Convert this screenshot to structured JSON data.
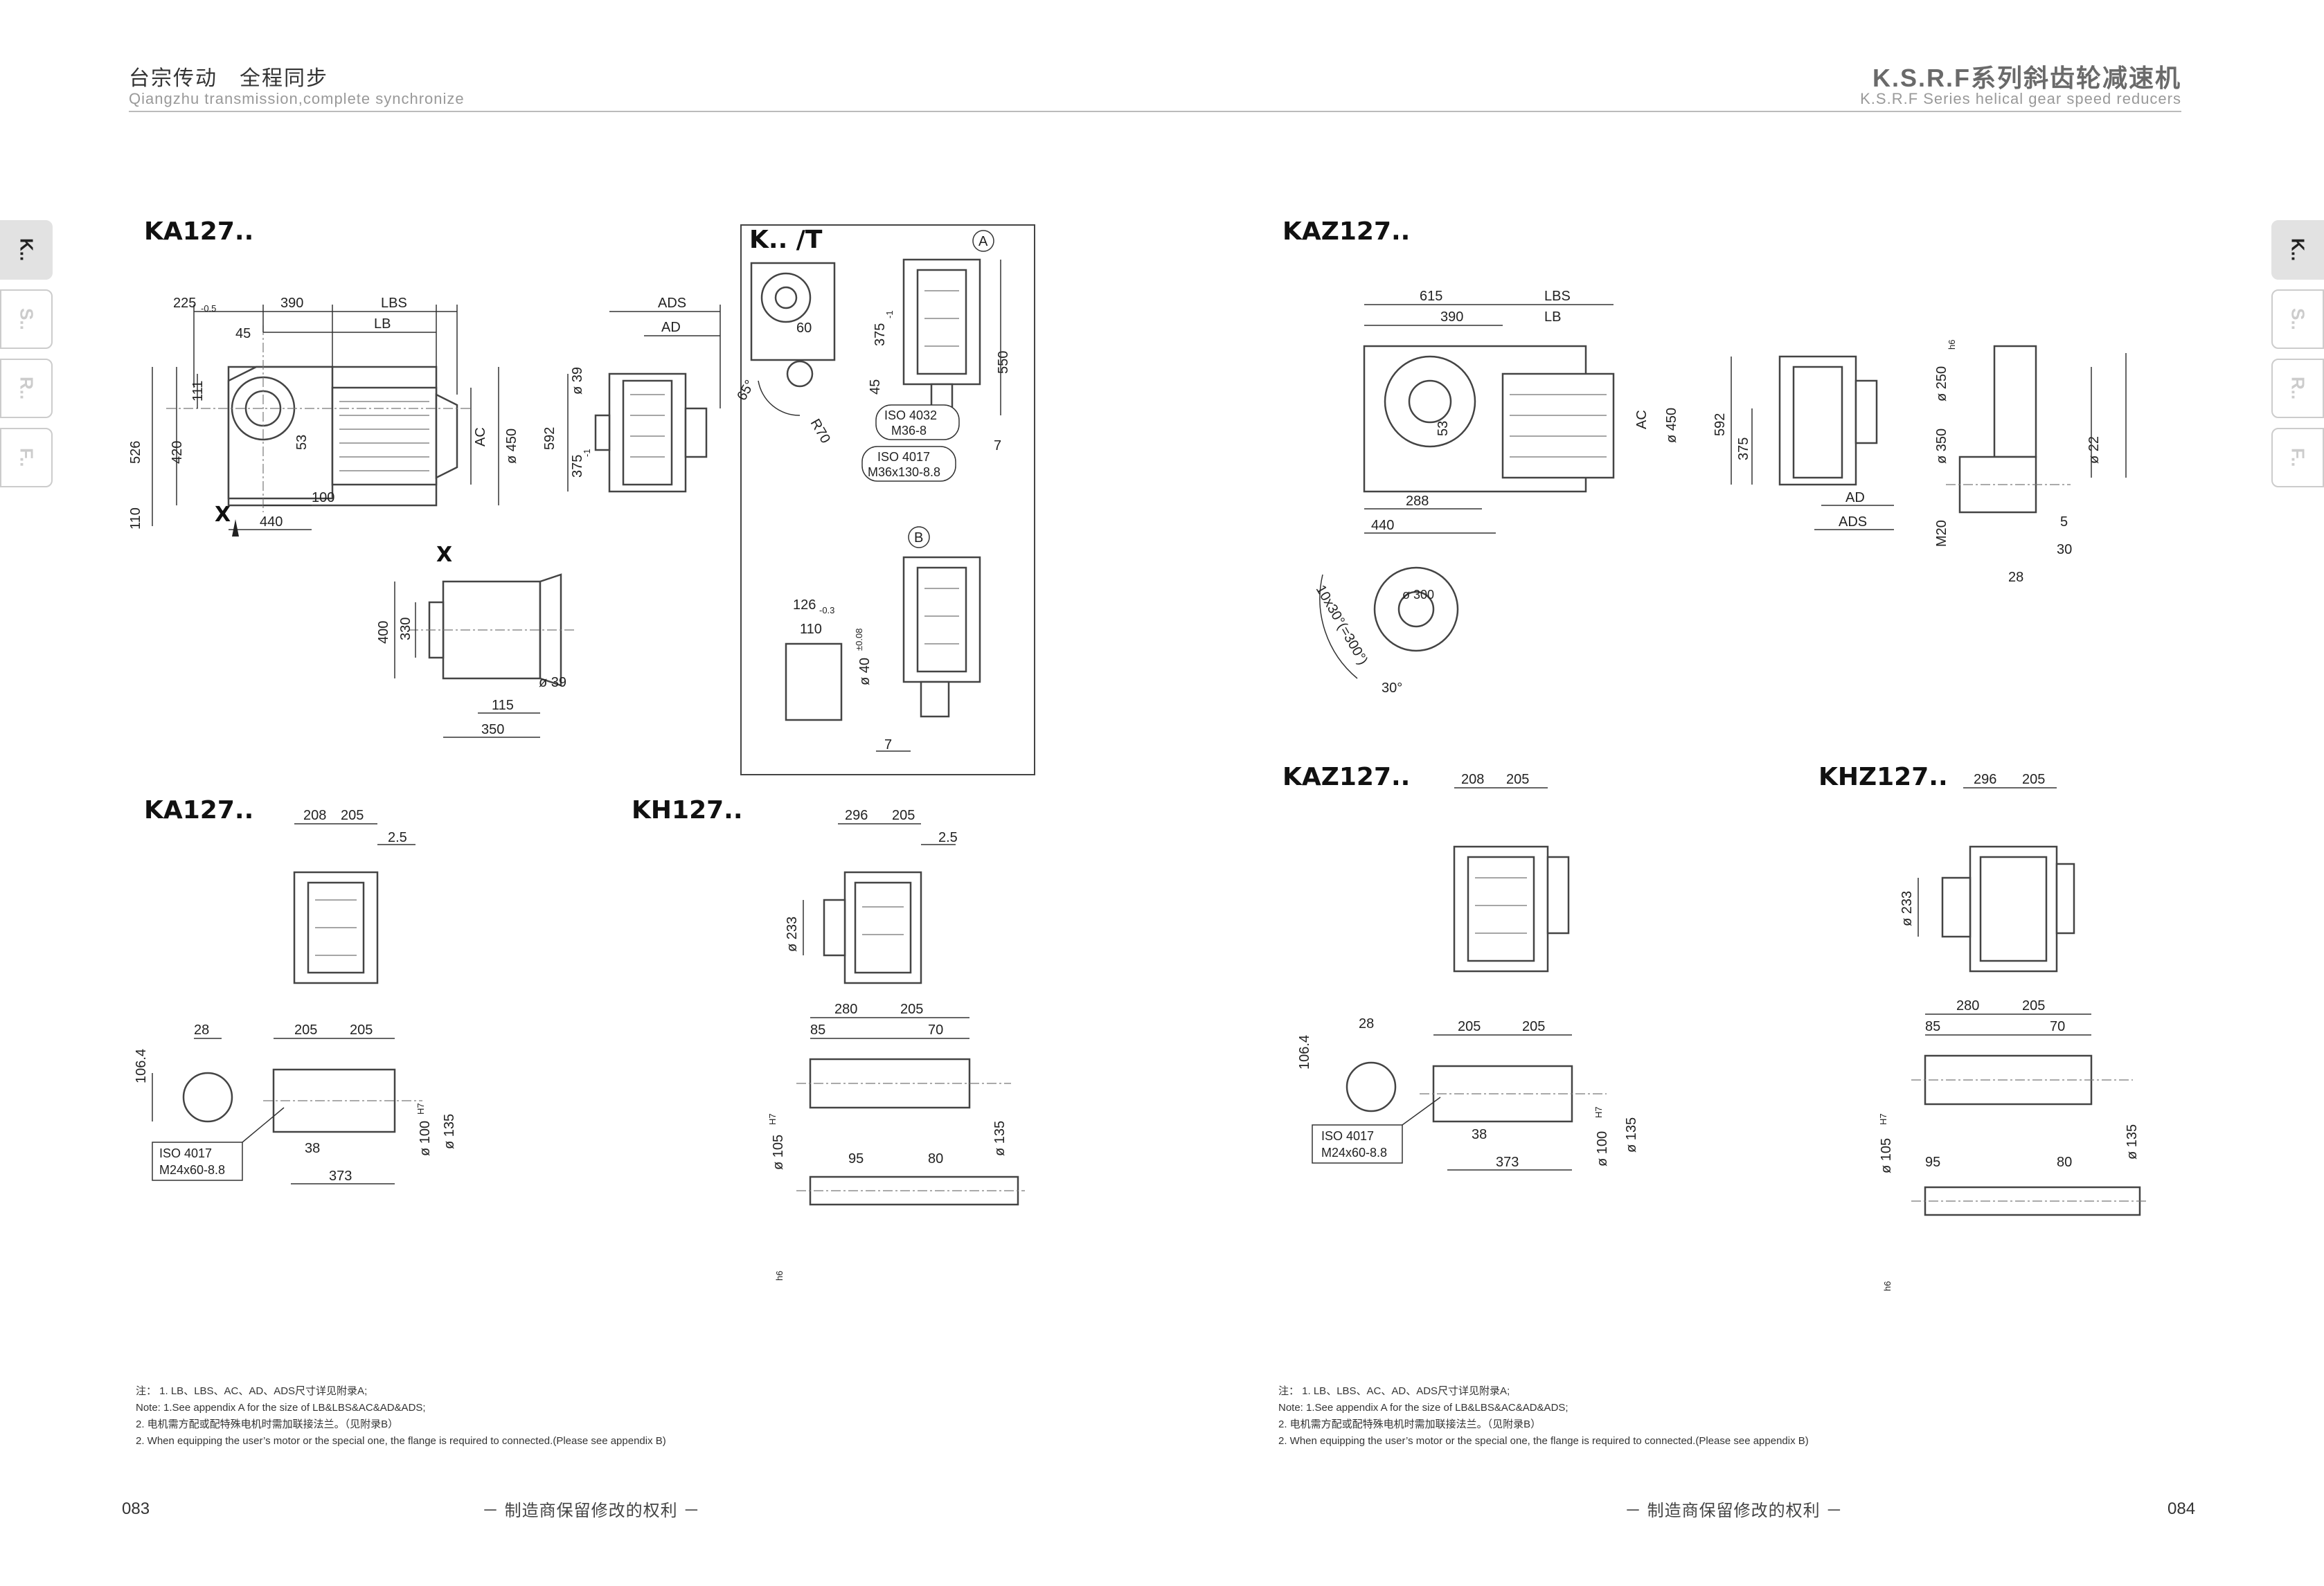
{
  "header": {
    "left_cn": "台宗传动　全程同步",
    "left_en": "Qiangzhu transmission,complete synchronize",
    "right_cn": "K.S.R.F系列斜齿轮减速机",
    "right_en": "K.S.R.F Series helical gear speed reducers"
  },
  "tabs": [
    "K..",
    "S..",
    "R..",
    "F.."
  ],
  "labels": {
    "ka127_top": "KA127..",
    "kt": "K.. /T",
    "x_view": "X",
    "x_mark": "X",
    "circle_a": "A",
    "circle_b": "B",
    "ka127_bottom": "KA127..",
    "kh127": "KH127..",
    "kaz127_top": "KAZ127..",
    "kaz127_bottom": "KAZ127..",
    "khz127": "KHZ127.."
  },
  "dims": {
    "ka_main": [
      "225",
      "-0.5",
      "390",
      "LBS",
      "LB",
      "45",
      "111",
      "420",
      "526",
      "53",
      "AC",
      "ø 450",
      "110",
      "440",
      "100"
    ],
    "ka_side": [
      "ADS",
      "AD",
      "ø 39",
      "592",
      "375",
      "-1"
    ],
    "x_view": [
      "400",
      "330",
      "ø 39",
      "115",
      "350"
    ],
    "kt_a": [
      "60",
      "375",
      "-1",
      "45",
      "550",
      "65°",
      "R70",
      "7",
      "ISO 4032",
      "M36-8",
      "ISO 4017",
      "M36x130-8.8"
    ],
    "kt_b": [
      "126",
      "-0.3",
      "110",
      "ø 40",
      "±0.08",
      "7"
    ],
    "ka_bottom": [
      "208",
      "205",
      "2.5",
      "106.4",
      "28",
      "205",
      "205",
      "ISO 4017",
      "M24x60-8.8",
      "38",
      "373",
      "ø 100",
      "H7",
      "ø 135"
    ],
    "kh_bottom": [
      "296",
      "205",
      "2.5",
      "ø 233",
      "280",
      "205",
      "85",
      "70",
      "ø 105",
      "H7",
      "95",
      "80",
      "ø 135",
      "h6"
    ],
    "kaz_main": [
      "615",
      "LBS",
      "390",
      "LB",
      "AC",
      "ø 450",
      "592",
      "375",
      "53",
      "288",
      "440",
      "AD",
      "ADS",
      "ø 250",
      "h6",
      "ø 350",
      "M20",
      "ø 22",
      "5",
      "30",
      "28",
      "10x30°(=300°)",
      "ø 300",
      "30°"
    ],
    "kaz_bottom": [
      "208",
      "205",
      "205",
      "205",
      "106.4",
      "28",
      "ISO 4017",
      "M24x60-8.8",
      "38",
      "373",
      "ø 100",
      "H7",
      "ø 135"
    ],
    "khz_bottom": [
      "296",
      "205",
      "ø 233",
      "280",
      "205",
      "85",
      "70",
      "ø 105",
      "H7",
      "95",
      "80",
      "ø 135",
      "h6"
    ]
  },
  "notes": {
    "left": [
      "注：  1. LB、LBS、AC、AD、ADS尺寸详见附录A;",
      "Note: 1.See appendix A for the size of LB&LBS&AC&AD&ADS;",
      "         2. 电机需方配或配特殊电机时需加联接法兰。（见附录B）",
      "         2. When equipping the user’s motor or the special one, the flange is required to connected.(Please see appendix B)"
    ],
    "right": [
      "注：  1. LB、LBS、AC、AD、ADS尺寸详见附录A;",
      "Note: 1.See appendix A for the size of LB&LBS&AC&AD&ADS;",
      "         2. 电机需方配或配特殊电机时需加联接法兰。（见附录B）",
      "         2. When equipping the user’s motor or the special one, the flange is required to connected.(Please see appendix B)"
    ]
  },
  "footer": {
    "left_page": "083",
    "right_page": "084",
    "rights_left": "－ 制造商保留修改的权利 －",
    "rights_right": "－ 制造商保留修改的权利 －"
  }
}
